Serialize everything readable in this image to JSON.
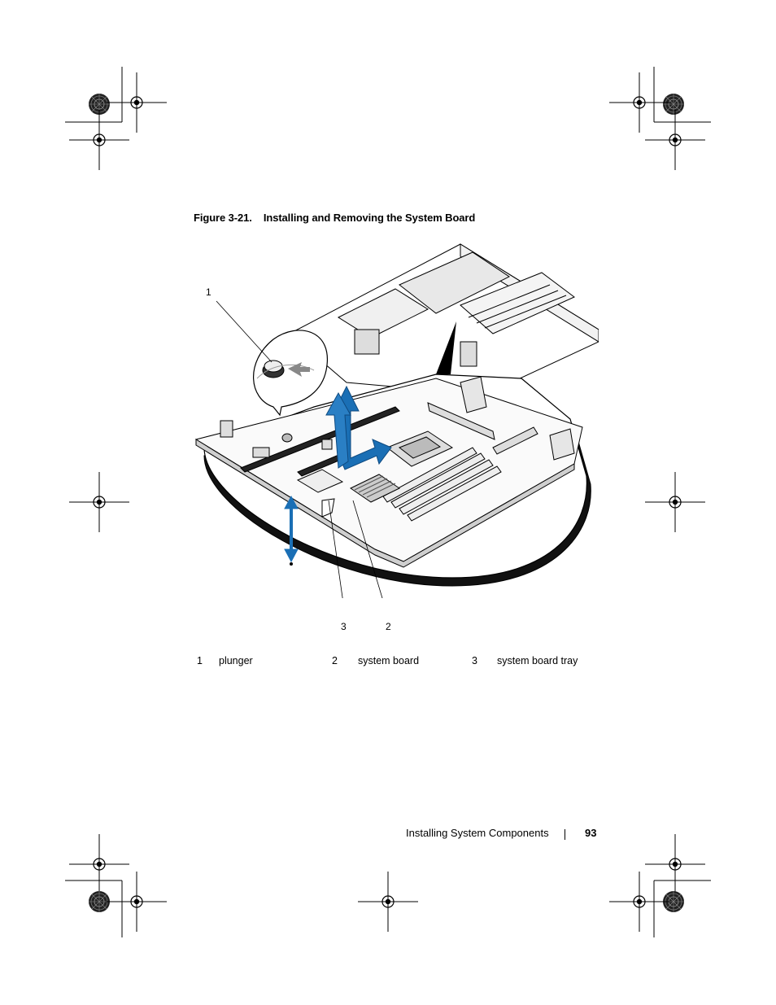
{
  "figure": {
    "number": "Figure 3-21.",
    "title": "Installing and Removing the System Board",
    "callouts": {
      "c1": "1",
      "c2": "2",
      "c3": "3"
    }
  },
  "legend": [
    {
      "num": "1",
      "label": "plunger"
    },
    {
      "num": "2",
      "label": "system board"
    },
    {
      "num": "3",
      "label": "system board tray"
    }
  ],
  "footer": {
    "section": "Installing System Components",
    "page": "93"
  },
  "colors": {
    "arrow": "#1a6fb5",
    "ink": "#000000"
  }
}
